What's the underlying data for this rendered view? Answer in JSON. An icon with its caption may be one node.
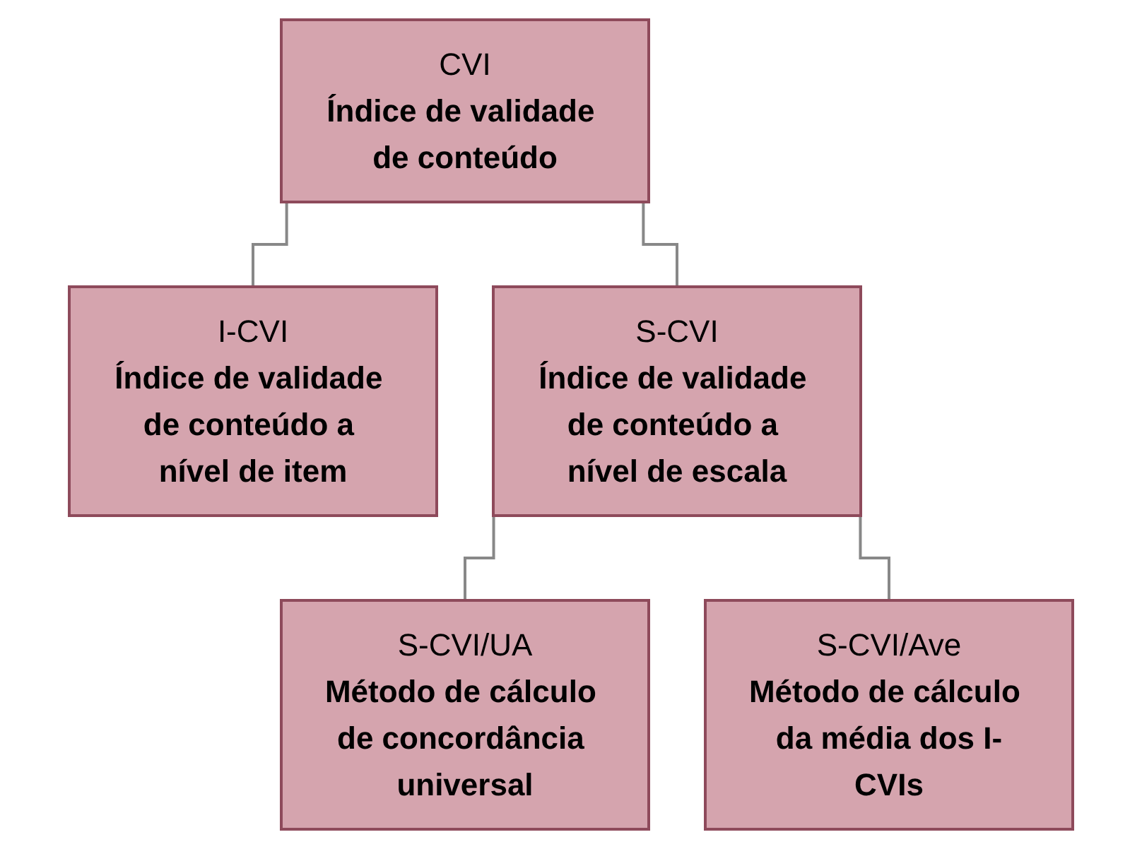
{
  "diagram": {
    "nodes": [
      {
        "text": [
          "CVI",
          "Índice de validade de conteúdo"
        ]
      },
      {
        "text": [
          "I-CVI",
          "Índice de validade de conteúdo a nível de item"
        ]
      },
      {
        "text": [
          "S-CVI",
          "Índice de validade de conteúdo a nível de escala"
        ]
      },
      {
        "text": [
          "S-CVI/UA",
          "Método de cálculo de concordância universal"
        ]
      },
      {
        "text": [
          "S-CVI/Ave",
          "Método de cálculo da média dos I-CVIs"
        ]
      }
    ],
    "edges": [
      {
        "from": 0,
        "to": 1,
        "arrow": "none"
      },
      {
        "from": 0,
        "to": 2,
        "arrow": "none"
      },
      {
        "from": 2,
        "to": 3,
        "arrow": "none"
      },
      {
        "from": 2,
        "to": 4,
        "arrow": "none"
      }
    ]
  }
}
